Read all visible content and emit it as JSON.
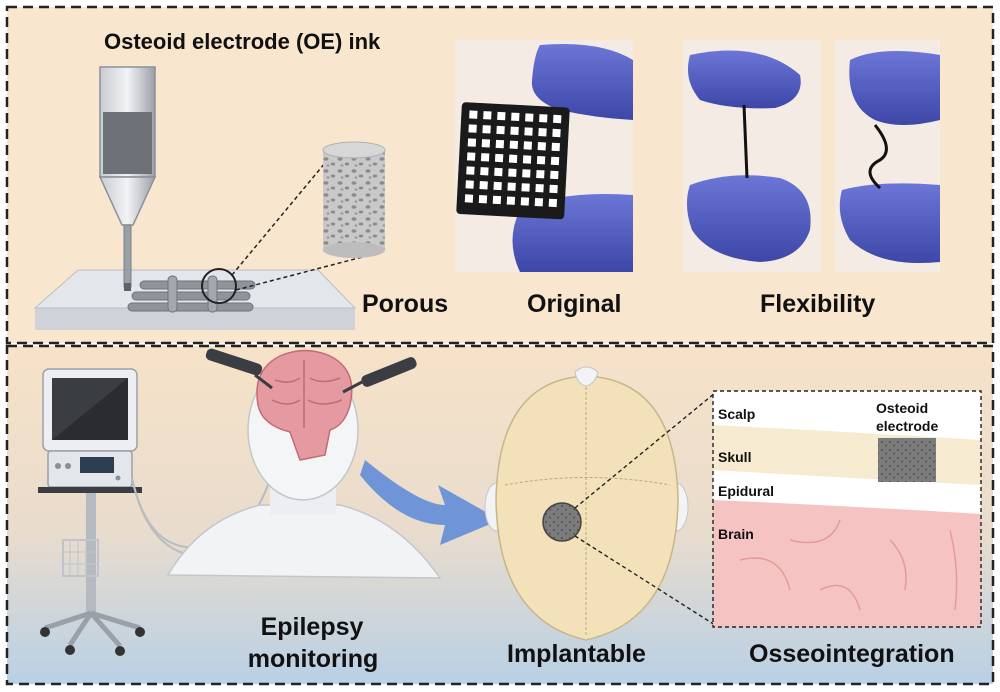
{
  "panel_top": {
    "title": "Osteoid electrode (OE) ink",
    "labels": {
      "porous": "Porous",
      "original": "Original",
      "flexibility": "Flexibility"
    }
  },
  "panel_bottom": {
    "labels": {
      "epilepsy_line1": "Epilepsy",
      "epilepsy_line2": "monitoring",
      "implantable": "Implantable",
      "osseointegration": "Osseointegration"
    },
    "inset_layers": {
      "scalp": "Scalp",
      "skull": "Skull",
      "epidural": "Epidural",
      "brain": "Brain",
      "electrode_line1": "Osteoid",
      "electrode_line2": "electrode"
    }
  },
  "colors": {
    "top_panel_bg": "#f9e6cf",
    "bottom_panel_top": "#f6e2c8",
    "bottom_panel_bottom": "#b9d0e5",
    "glove": "#5a66c9",
    "arrow": "#6f95d8",
    "brain": "#e49aa0",
    "skull": "#f3e2b9"
  }
}
